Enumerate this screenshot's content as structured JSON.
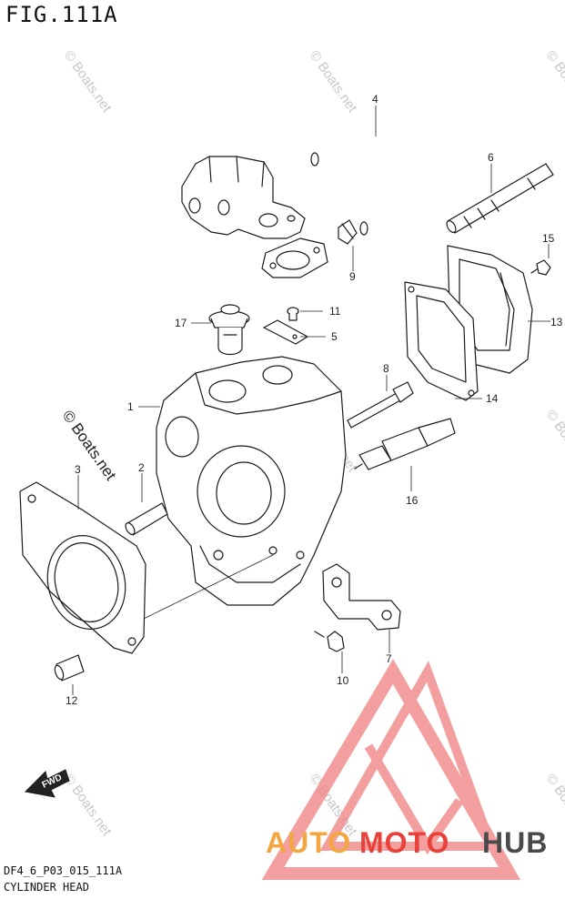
{
  "figure": {
    "title": "FIG.111A",
    "code": "DF4_6_P03_015_111A",
    "name": "CYLINDER HEAD"
  },
  "callouts": [
    "1",
    "2",
    "3",
    "4",
    "5",
    "6",
    "7",
    "8",
    "9",
    "10",
    "11",
    "12",
    "13",
    "14",
    "15",
    "16",
    "17"
  ],
  "watermark": {
    "text": "© Boats.net",
    "main_text": "© Boats.net"
  },
  "fwd_label": "FWD",
  "brand": {
    "part1": "AUTO",
    "part2": "MOTO",
    "part3": "HUB",
    "colors": {
      "auto": "#f4a640",
      "moto": "#e8423a",
      "hub": "#4a4a4a",
      "triangle": "#f08080"
    }
  }
}
